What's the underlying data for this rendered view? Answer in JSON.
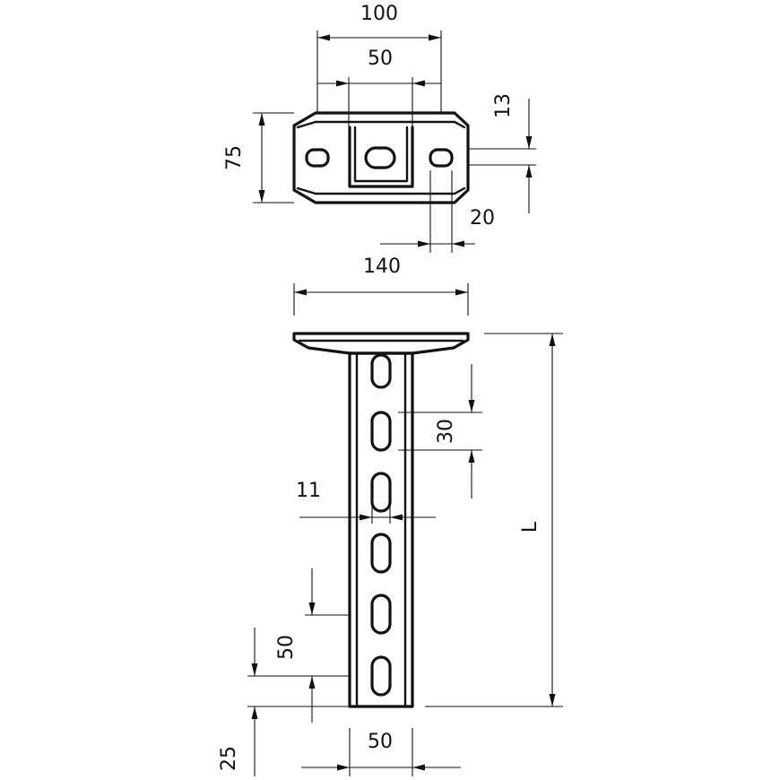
{
  "dimensions": {
    "top_width_100": "100",
    "top_width_50": "50",
    "plate_height_75": "75",
    "slot_13": "13",
    "slot_20": "20",
    "plate_width_140": "140",
    "slot_pitch_30": "30",
    "slot_width_11": "11",
    "length_L": "L",
    "slot_pitch_50": "50",
    "profile_width_50": "50",
    "end_offset_25": "25"
  }
}
